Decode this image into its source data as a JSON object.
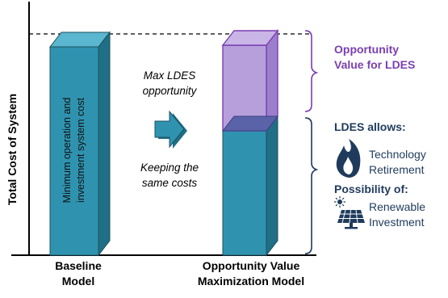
{
  "axis": {
    "ylabel": "Total Cost of System"
  },
  "bars": {
    "baseline": {
      "inner_text_line1": "Minimum operation and",
      "inner_text_line2": "investment  system cost",
      "label_line1": "Baseline",
      "label_line2": "Model"
    },
    "opportunity": {
      "label_line1": "Opportunity Value",
      "label_line2": "Maximization Model"
    }
  },
  "middle": {
    "top_line1": "Max LDES",
    "top_line2": "opportunity",
    "bottom_line1": "Keeping the",
    "bottom_line2": "same costs"
  },
  "right_panel": {
    "opportunity_line1": "Opportunity",
    "opportunity_line2": "Value for LDES",
    "ldes_heading": "LDES allows:",
    "ldes_item_line1": "Technology",
    "ldes_item_line2": "Retirement",
    "possibility_heading": "Possibility of:",
    "possibility_item_line1": "Renewable",
    "possibility_item_line2": "Investment"
  },
  "colors": {
    "teal_front": "#2f93b0",
    "teal_side": "#1f6f86",
    "teal_top": "#5bb6cf",
    "purple": "#7b3fb0",
    "purple_fill": "#b79fdb",
    "flame_navy": "#1f3b5c",
    "bracket_navy": "#1f3b5c"
  },
  "icons": {
    "ldes": "flame-icon",
    "renewable": "solar-panel-icon"
  }
}
